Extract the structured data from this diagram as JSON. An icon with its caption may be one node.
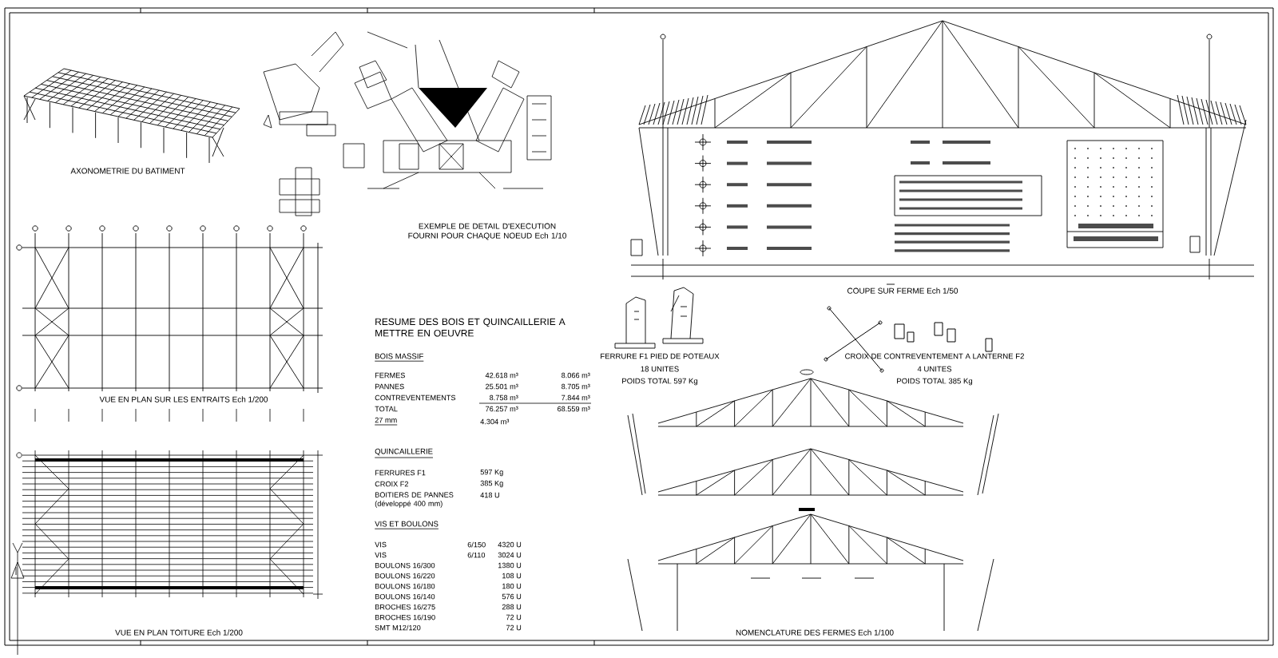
{
  "diagram": {
    "labels": [
      "AXONOMETRIE DU BATIMENT",
      "EXEMPLE DE DETAIL D'EXECUTION FOURNI POUR CHAQUE NOEUD Ech 1/10",
      "COUPE SUR FERME Ech 1/50",
      "VUE EN PLAN SUR LES ENTRAITS Ech 1/200",
      "VUE EN PLAN TOITURE Ech 1/200",
      "RESUME DES BOIS ET QUINCAILLERIE A METTRE EN OEUVRE",
      "BOIS MASSIF",
      "FERMES",
      "42.618 m³",
      "8.066 m³",
      "PANNES",
      "25.501 m³",
      "8.705 m³",
      "CONTREVENTEMENTS",
      "8.758 m³",
      "7.844 m³",
      "TOTAL",
      "76.257 m³",
      "68.559 m³",
      "27 mm",
      "4.304 m³",
      "QUINCAILLERIE",
      "FERRURES F1",
      "597 Kg",
      "CROIX F2",
      "385 Kg",
      "BOITIERS DE PANNES (développé 400 mm)",
      "418 U",
      "VIS ET BOULONS",
      "VIS",
      "6/150",
      "4320 U",
      "VIS",
      "6/110",
      "3024 U",
      "BOULONS 16/300",
      "1380 U",
      "BOULONS 16/220",
      "108 U",
      "BOULONS 16/180",
      "180 U",
      "BOULONS 16/140",
      "576 U",
      "BROCHES 16/275",
      "288 U",
      "BROCHES 16/190",
      "72 U",
      "SMT M12/120",
      "72 U",
      "FERRURE F1 PIED DE POTEAUX",
      "18 UNITES",
      "POIDS TOTAL 597 Kg",
      "CROIX DE CONTREVENTEMENT A LANTERNE F2",
      "4 UNITES",
      "POIDS TOTAL 385 Kg",
      "NOMENCLATURE DES FERMES Ech 1/100"
    ]
  }
}
